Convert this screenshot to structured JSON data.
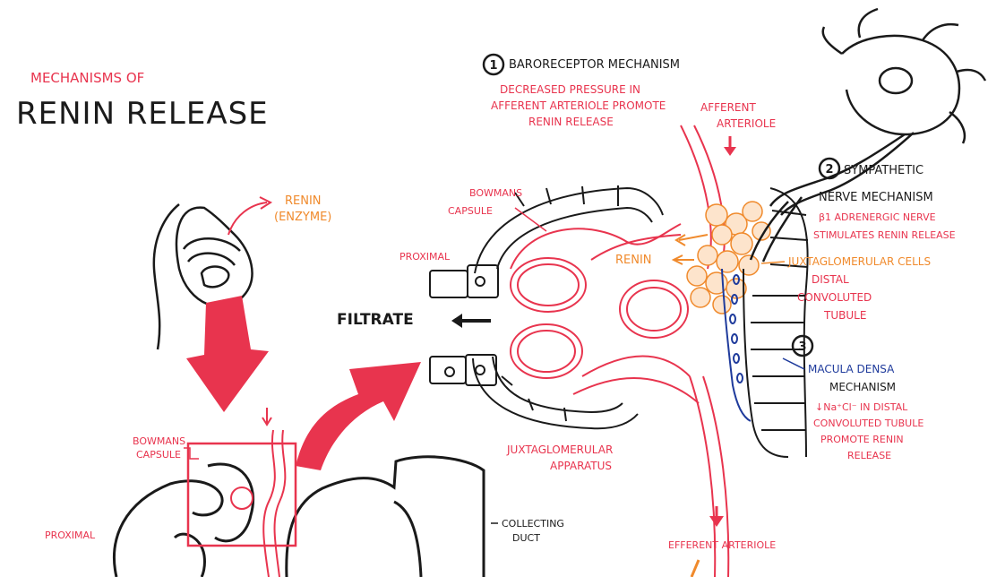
{
  "title": {
    "line1": "MECHANISMS OF",
    "line2": "RENIN RELEASE"
  },
  "labels": {
    "renin_enzyme_1": "RENIN",
    "renin_enzyme_2": "(ENZYME)",
    "bowmans_capsule_top_1": "BOWMANS",
    "bowmans_capsule_top_2": "CAPSULE",
    "proximal_top": "PROXIMAL",
    "filtrate": "FILTRATE",
    "renin_center": "RENIN",
    "baroreceptor_num": "1",
    "baroreceptor_title": "BARORECEPTOR MECHANISM",
    "baroreceptor_desc_1": "DECREASED PRESSURE IN",
    "baroreceptor_desc_2": "AFFERENT ARTERIOLE PROMOTE",
    "baroreceptor_desc_3": "RENIN RELEASE",
    "afferent_1": "AFFERENT",
    "afferent_2": "ARTERIOLE",
    "sympathetic_num": "2",
    "sympathetic_title_1": "SYMPATHETIC",
    "sympathetic_title_2": "NERVE MECHANISM",
    "sympathetic_desc_1": "β1 ADRENERGIC NERVE",
    "sympathetic_desc_2": "STIMULATES RENIN RELEASE",
    "juxtaglomerular_cells": "JUXTAGLOMERULAR CELLS",
    "distal_1": "DISTAL",
    "distal_2": "CONVOLUTED",
    "distal_3": "TUBULE",
    "macula_num": "3",
    "macula_1": "MACULA DENSA",
    "macula_2": "MECHANISM",
    "macula_desc_1": "↓Na⁺Cl⁻ IN DISTAL",
    "macula_desc_2": "CONVOLUTED TUBULE",
    "macula_desc_3": "PROMOTE RENIN",
    "macula_desc_4": "RELEASE",
    "jga_1": "JUXTAGLOMERULAR",
    "jga_2": "APPARATUS",
    "bowmans_capsule_bottom_1": "BOWMANS",
    "bowmans_capsule_bottom_2": "CAPSULE",
    "proximal_bottom": "PROXIMAL",
    "collecting_1": "COLLECTING",
    "collecting_2": "DUCT",
    "efferent": "EFFERENT ARTERIOLE"
  },
  "colors": {
    "red": "#e8344e",
    "orange": "#f08a2c",
    "black": "#1a1a1a",
    "blue": "#1f3b9c"
  }
}
